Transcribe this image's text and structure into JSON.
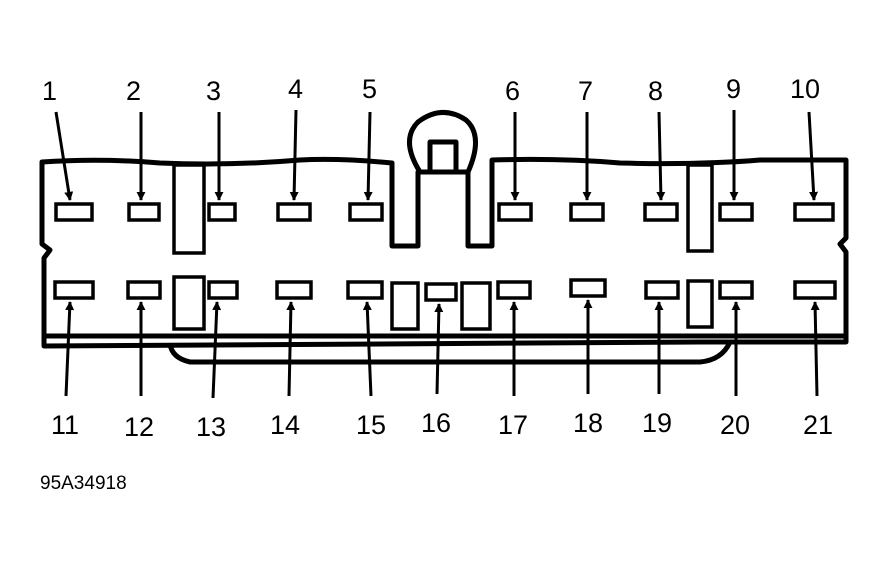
{
  "connector": {
    "top_row": [
      {
        "pin": "1"
      },
      {
        "pin": "2"
      },
      {
        "pin": "3"
      },
      {
        "pin": "4"
      },
      {
        "pin": "5"
      },
      {
        "pin": "6"
      },
      {
        "pin": "7"
      },
      {
        "pin": "8"
      },
      {
        "pin": "9"
      },
      {
        "pin": "10"
      }
    ],
    "bottom_row": [
      {
        "pin": "11"
      },
      {
        "pin": "12"
      },
      {
        "pin": "13"
      },
      {
        "pin": "14"
      },
      {
        "pin": "15"
      },
      {
        "pin": "16"
      },
      {
        "pin": "17"
      },
      {
        "pin": "18"
      },
      {
        "pin": "19"
      },
      {
        "pin": "20"
      },
      {
        "pin": "21"
      }
    ]
  },
  "caption": "95A34918"
}
